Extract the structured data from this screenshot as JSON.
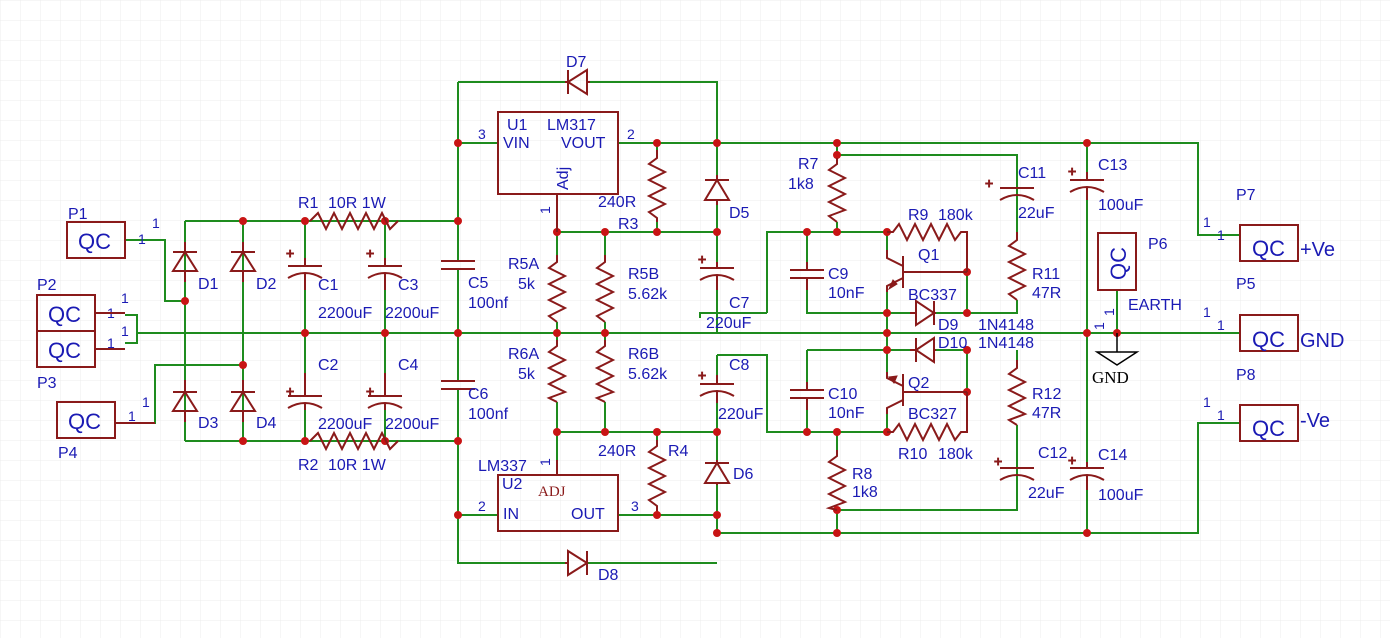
{
  "colors": {
    "wire": "#1e8c1e",
    "component": "#8a1a1a",
    "label": "#1a1ab4",
    "junction": "#c81414"
  },
  "connectors": [
    {
      "id": "p1",
      "ref": "P1",
      "type": "QC",
      "pin": "1"
    },
    {
      "id": "p2",
      "ref": "P2",
      "type": "QC",
      "pin": "1"
    },
    {
      "id": "p3",
      "ref": "P3",
      "type": "QC",
      "pin": "1"
    },
    {
      "id": "p4",
      "ref": "P4",
      "type": "QC",
      "pin": "1"
    },
    {
      "id": "p5",
      "ref": "P5",
      "type": "QC",
      "pin": "1",
      "net": "GND"
    },
    {
      "id": "p6",
      "ref": "P6",
      "type": "QC",
      "pin": "1",
      "net": "EARTH"
    },
    {
      "id": "p7",
      "ref": "P7",
      "type": "QC",
      "pin": "1",
      "net": "+Ve"
    },
    {
      "id": "p8",
      "ref": "P8",
      "type": "QC",
      "pin": "1",
      "net": "-Ve"
    }
  ],
  "regulators": {
    "u1": {
      "ref": "U1",
      "part": "LM317",
      "vin": "VIN",
      "vout": "VOUT",
      "adj": "Adj",
      "pin_in": "3",
      "pin_out": "2",
      "pin_adj": "1"
    },
    "u2": {
      "ref": "U2",
      "part": "LM337",
      "vin": "IN",
      "vout": "OUT",
      "adj": "ADJ",
      "pin_in": "2",
      "pin_out": "3",
      "pin_adj": "1"
    }
  },
  "resistors": {
    "r1": {
      "ref": "R1",
      "value": "10R 1W"
    },
    "r2": {
      "ref": "R2",
      "value": "10R 1W"
    },
    "r3": {
      "ref": "R3",
      "value": "240R"
    },
    "r4": {
      "ref": "R4",
      "value": "240R"
    },
    "r5a": {
      "ref": "R5A",
      "value": "5k"
    },
    "r5b": {
      "ref": "R5B",
      "value": "5.62k"
    },
    "r6a": {
      "ref": "R6A",
      "value": "5k"
    },
    "r6b": {
      "ref": "R6B",
      "value": "5.62k"
    },
    "r7": {
      "ref": "R7",
      "value": "1k8"
    },
    "r8": {
      "ref": "R8",
      "value": "1k8"
    },
    "r9": {
      "ref": "R9",
      "value": "180k"
    },
    "r10": {
      "ref": "R10",
      "value": "180k"
    },
    "r11": {
      "ref": "R11",
      "value": "47R"
    },
    "r12": {
      "ref": "R12",
      "value": "47R"
    }
  },
  "capacitors": {
    "c1": {
      "ref": "C1",
      "value": "2200uF"
    },
    "c2": {
      "ref": "C2",
      "value": "2200uF"
    },
    "c3": {
      "ref": "C3",
      "value": "2200uF"
    },
    "c4": {
      "ref": "C4",
      "value": "2200uF"
    },
    "c5": {
      "ref": "C5",
      "value": "100nf"
    },
    "c6": {
      "ref": "C6",
      "value": "100nf"
    },
    "c7": {
      "ref": "C7",
      "value": "220uF"
    },
    "c8": {
      "ref": "C8",
      "value": "220uF"
    },
    "c9": {
      "ref": "C9",
      "value": "10nF"
    },
    "c10": {
      "ref": "C10",
      "value": "10nF"
    },
    "c11": {
      "ref": "C11",
      "value": "22uF"
    },
    "c12": {
      "ref": "C12",
      "value": "22uF"
    },
    "c13": {
      "ref": "C13",
      "value": "100uF"
    },
    "c14": {
      "ref": "C14",
      "value": "100uF"
    }
  },
  "diodes": {
    "d1": {
      "ref": "D1"
    },
    "d2": {
      "ref": "D2"
    },
    "d3": {
      "ref": "D3"
    },
    "d4": {
      "ref": "D4"
    },
    "d5": {
      "ref": "D5"
    },
    "d6": {
      "ref": "D6"
    },
    "d7": {
      "ref": "D7"
    },
    "d8": {
      "ref": "D8"
    },
    "d9": {
      "ref": "D9",
      "value": "1N4148"
    },
    "d10": {
      "ref": "D10",
      "value": "1N4148"
    }
  },
  "transistors": {
    "q1": {
      "ref": "Q1",
      "value": "BC337"
    },
    "q2": {
      "ref": "Q2",
      "value": "BC327"
    }
  },
  "nets": {
    "pos": "+Ve",
    "gnd": "GND",
    "neg": "-Ve",
    "gnd_symbol": "GND",
    "earth": "EARTH"
  }
}
